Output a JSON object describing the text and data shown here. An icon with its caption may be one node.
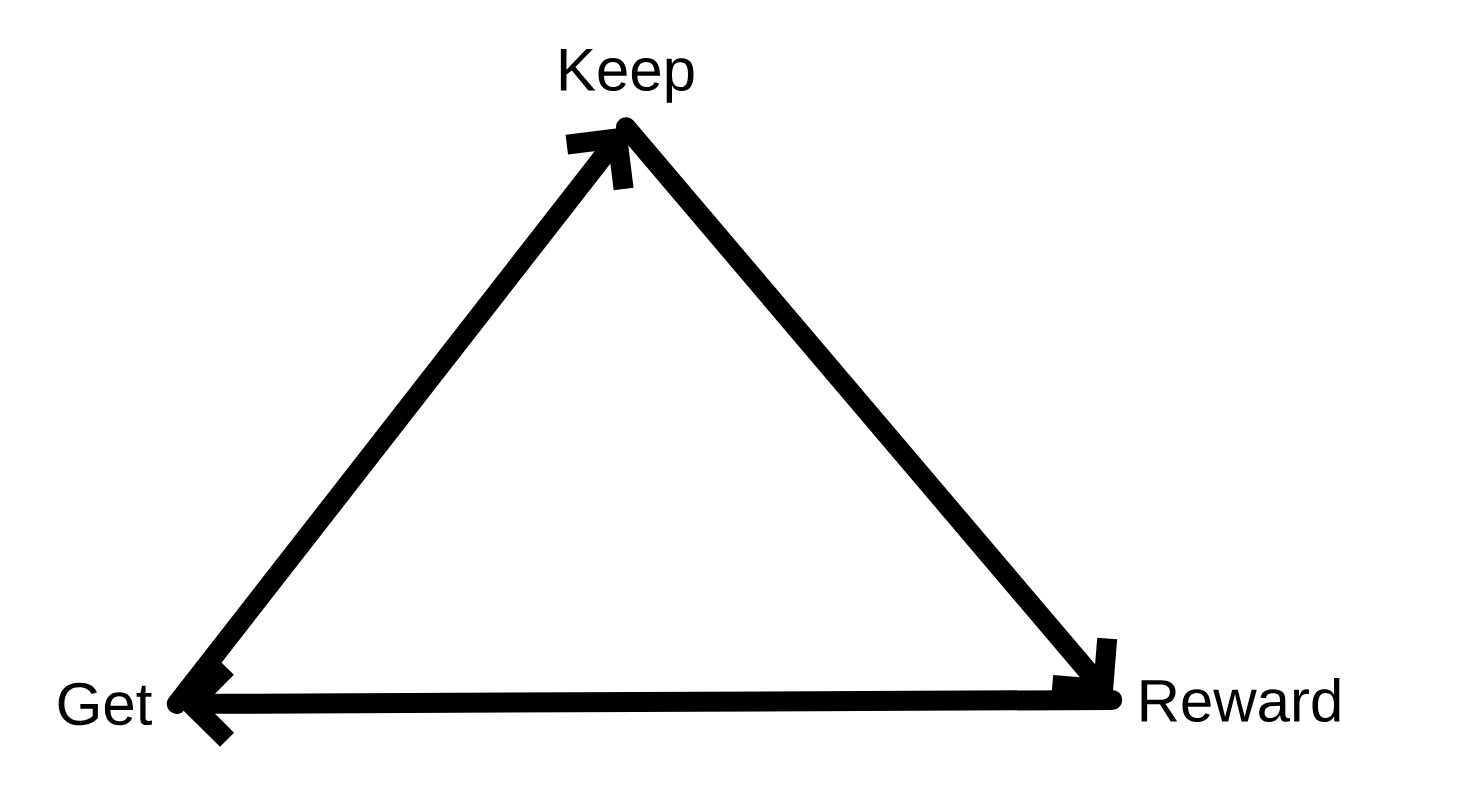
{
  "diagram": {
    "nodes": [
      {
        "text": [
          "Keep"
        ]
      },
      {
        "text": [
          "Reward"
        ]
      },
      {
        "text": [
          "Get"
        ]
      }
    ],
    "edges": [
      {
        "from": 2,
        "to": 0,
        "arrow": "to"
      },
      {
        "from": 0,
        "to": 1,
        "arrow": "to"
      },
      {
        "from": 1,
        "to": 2,
        "arrow": "to"
      }
    ]
  }
}
